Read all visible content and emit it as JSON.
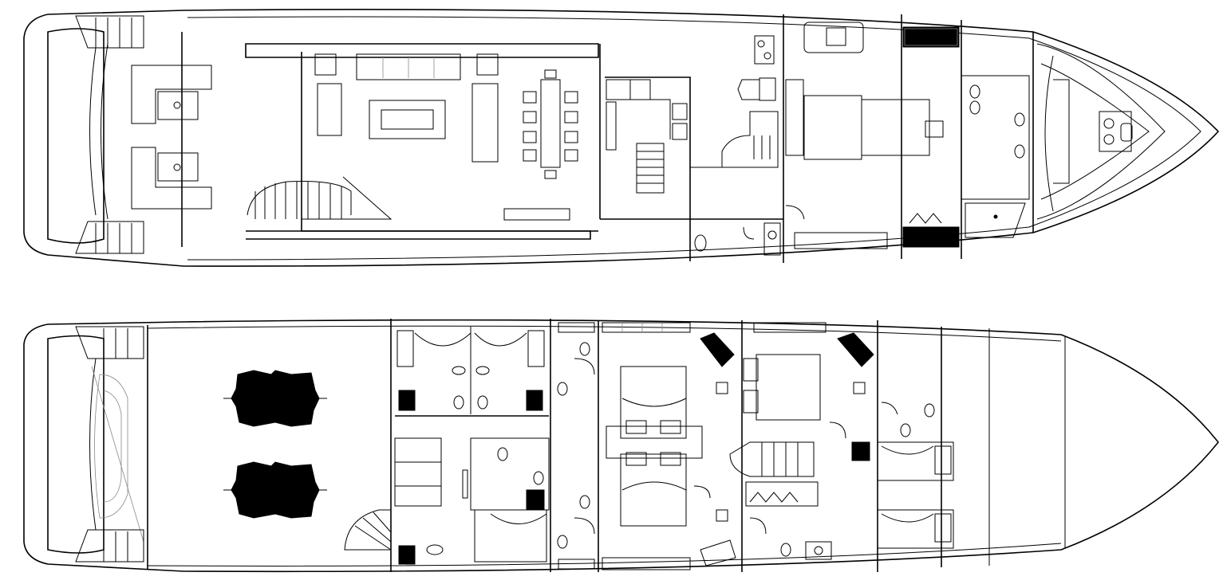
{
  "diagram": {
    "type": "yacht-deck-plan",
    "decks": [
      {
        "id": "main-deck"
      },
      {
        "id": "lower-deck"
      }
    ],
    "colors": {
      "line": "#000000",
      "background": "#ffffff",
      "detail": "#888888"
    }
  }
}
